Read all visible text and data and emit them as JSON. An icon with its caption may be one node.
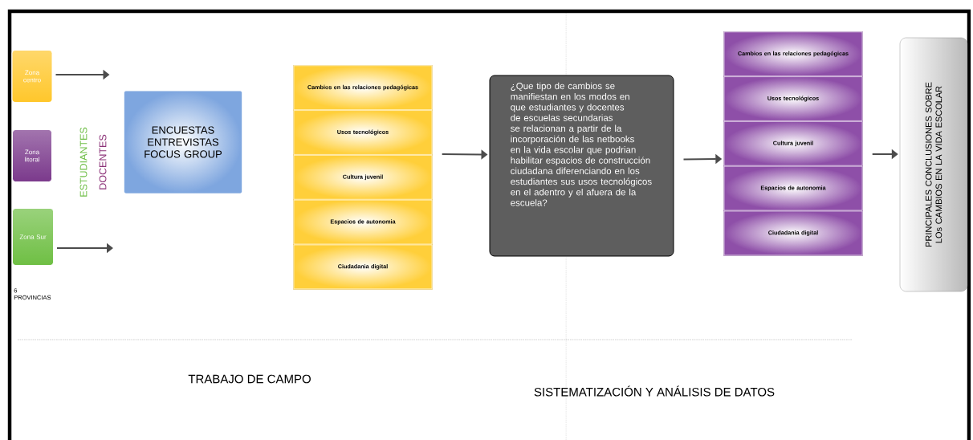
{
  "diagram": {
    "nodes": [
      {
        "text": [
          "Zona centro"
        ]
      },
      {
        "text": [
          "Zona litoral"
        ]
      },
      {
        "text": [
          "Zona Sur"
        ]
      },
      {
        "text": [
          "ENCUESTAS ENTREVISTAS FOCUS GROUP"
        ]
      },
      {
        "text": [],
        "shape": "box"
      },
      {
        "text": [
          "Cambios en las relaciones pedagógicas"
        ],
        "in": 4
      },
      {
        "text": [
          "Usos tecnológicos"
        ],
        "in": 4
      },
      {
        "text": [
          "Cultura juvenil"
        ],
        "in": 4
      },
      {
        "text": [
          "Espacios de autonomia"
        ],
        "in": 4
      },
      {
        "text": [
          "Ciudadania digital"
        ],
        "in": 4
      },
      {
        "text": [
          "¿Que tipo de cambios se manifiestan en los modos en que estudiantes y docentes de escuelas secundarias se relacionan a partir de la incorporación de las netbooks en la vida escolar que podrian habilitar espacios de construcción ciudadana diferenciando en los estudiantes sus usos tecnológicos en el adentro y el afuera de la escuela?"
        ]
      },
      {
        "text": [],
        "shape": "box"
      },
      {
        "text": [
          "Cambios en las relaciones pedagógicas"
        ],
        "in": 11
      },
      {
        "text": [
          "Usos tecnológicos"
        ],
        "in": 11
      },
      {
        "text": [
          "Cultura juvenil"
        ],
        "in": 11
      },
      {
        "text": [
          "Espacios de autonomia"
        ],
        "in": 11
      },
      {
        "text": [
          "Ciudadania digital"
        ],
        "in": 11
      },
      {
        "text": [
          "PRINCIPALES CONCLUSIONES SOBRE LOs CAMBIOS EN LA VIDA ESCOLAR"
        ]
      }
    ],
    "edges": [
      {
        "from": 0,
        "to": null,
        "arrow": "to"
      },
      {
        "from": 2,
        "to": null,
        "arrow": "to"
      },
      {
        "from": 4,
        "to": 10,
        "arrow": "to"
      },
      {
        "from": 10,
        "to": 11,
        "arrow": "to"
      },
      {
        "from": 11,
        "to": 17,
        "arrow": "to"
      }
    ],
    "labels": [
      "ESTUDIANTES",
      "DOCENTES",
      "6 PROVINCIAS",
      "TRABAJO DE CAMPO",
      "SISTEMATIZACIÓN Y ANÁLISIS DE DATOS"
    ]
  }
}
